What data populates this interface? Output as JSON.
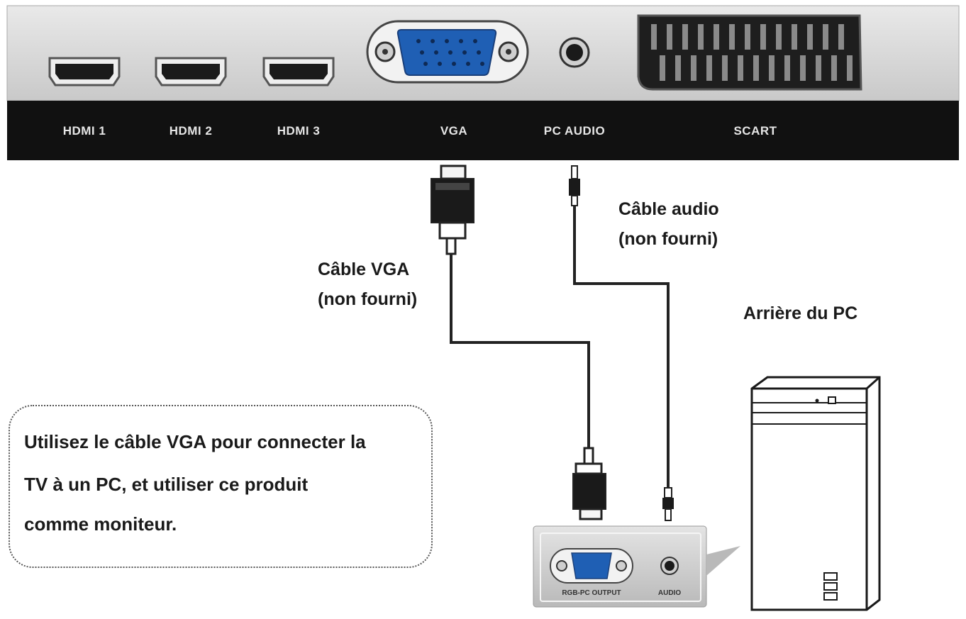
{
  "ports": {
    "hdmi1": "HDMI 1",
    "hdmi2": "HDMI 2",
    "hdmi3": "HDMI 3",
    "vga": "VGA",
    "pc_audio": "PC AUDIO",
    "scart": "SCART"
  },
  "cables": {
    "audio_line1": "Câble audio",
    "audio_line2": "(non fourni)",
    "vga_line1": "Câble VGA",
    "vga_line2": "(non fourni)"
  },
  "pc_rear_label": "Arrière du PC",
  "pc_panel": {
    "rgb_output": "RGB-PC OUTPUT",
    "audio": "AUDIO"
  },
  "note": {
    "line1": "Utilisez le câble VGA pour connecter la",
    "line2": "TV à un PC, et utiliser ce produit",
    "line3": "comme moniteur."
  },
  "colors": {
    "tv_panel": "#d9d9d9",
    "label_bar": "#111111",
    "vga_blue": "#1f5fb4",
    "cable": "#222222"
  }
}
